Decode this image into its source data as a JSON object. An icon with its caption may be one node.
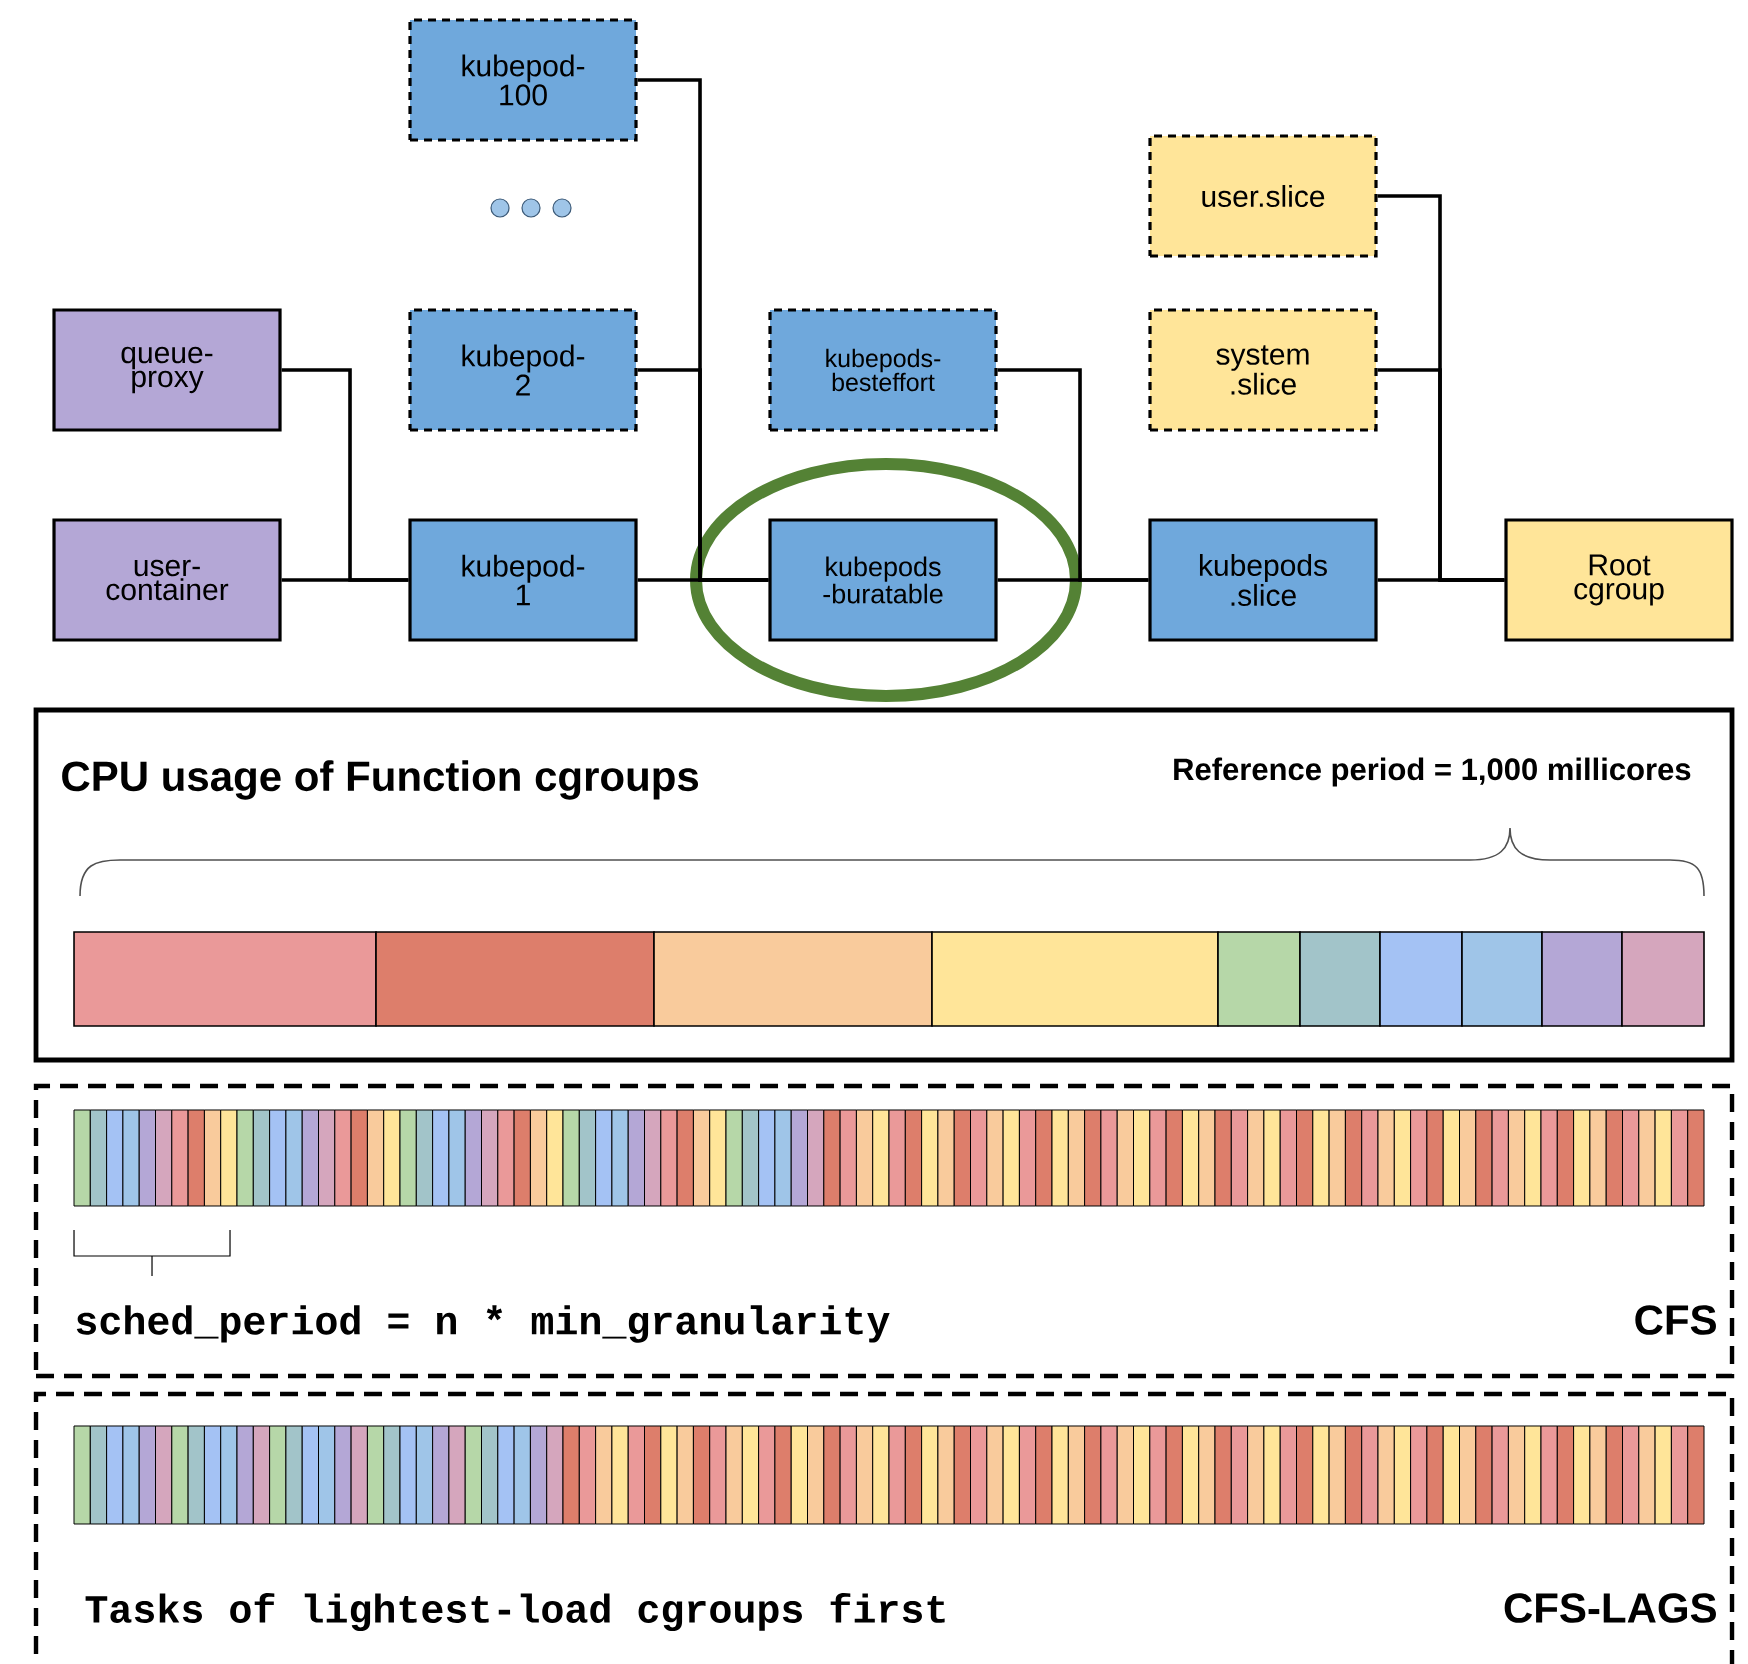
{
  "diagram": {
    "nodes": [
      {
        "text": [
          "kubepod- 100"
        ]
      },
      {
        "text": [
          "kubepod- 2"
        ]
      },
      {
        "text": [
          "queue- proxy"
        ]
      },
      {
        "text": [
          "kubepods- besteffort"
        ]
      },
      {
        "text": [
          "user.slice"
        ]
      },
      {
        "text": [
          "system .slice"
        ]
      },
      {
        "text": [
          "user- container"
        ]
      },
      {
        "text": [
          "kubepod- 1"
        ]
      },
      {
        "text": [
          "kubepods -buratable"
        ]
      },
      {
        "text": [
          "kubepods .slice"
        ]
      },
      {
        "text": [
          "Root cgroup"
        ]
      },
      {
        "text": [
          "CPU usage of Function cgroups",
          "Reference period = 1,000 millicores"
        ]
      },
      {
        "text": [
          "sched_period = n * min_granularity",
          "CFS"
        ]
      },
      {
        "text": [
          "Tasks of lightest-load cgroups first",
          "CFS-LAGS"
        ]
      }
    ],
    "edges": [
      {
        "from": 2,
        "to": 7,
        "arrow": "none"
      },
      {
        "from": 6,
        "to": 7,
        "arrow": "none"
      },
      {
        "from": 0,
        "to": 8,
        "arrow": "none"
      },
      {
        "from": 1,
        "to": 8,
        "arrow": "none"
      },
      {
        "from": 7,
        "to": 8,
        "arrow": "none"
      },
      {
        "from": 3,
        "to": 9,
        "arrow": "none"
      },
      {
        "from": 8,
        "to": 9,
        "arrow": "none"
      },
      {
        "from": 4,
        "to": 10,
        "arrow": "none"
      },
      {
        "from": 5,
        "to": 10,
        "arrow": "none"
      },
      {
        "from": 9,
        "to": 10,
        "arrow": "none"
      }
    ]
  }
}
